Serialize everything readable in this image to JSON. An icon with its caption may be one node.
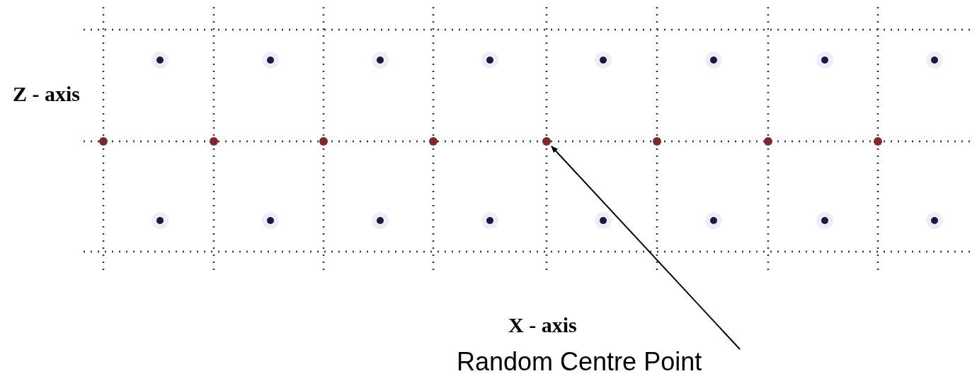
{
  "diagram": {
    "nodes": [
      {
        "text": [
          "Random Centre Point"
        ]
      },
      {
        "text": [],
        "shape": "circle"
      }
    ],
    "edges": [
      {
        "from": 0,
        "to": 1,
        "arrow": "to"
      }
    ],
    "labels": [
      "Z - axis",
      "X - axis"
    ]
  }
}
